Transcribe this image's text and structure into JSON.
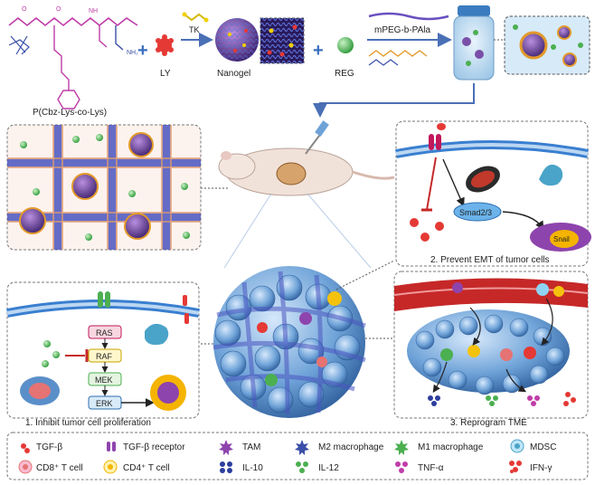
{
  "top": {
    "polymer_label": "P(Cbz-Lys-co-Lys)",
    "ly_label": "LY",
    "tk_label": "TK",
    "nanogel_label": "Nanogel",
    "reg_label": "REG",
    "copolymer_label": "mPEG-b-PAla"
  },
  "panels": {
    "emt_title": "2. Prevent EMT of tumor cells",
    "smad_label": "Smad2/3",
    "snail_label": "Snail",
    "prolif_title": "1. Inhibit tumor cell proliferation",
    "ras_label": "RAS",
    "raf_label": "RAF",
    "mek_label": "MEK",
    "erk_label": "ERK",
    "tme_title": "3. Reprogram TME"
  },
  "legend": {
    "items": [
      {
        "label": "TGF-β",
        "icon": "tgf-beta-icon"
      },
      {
        "label": "TGF-β receptor",
        "icon": "tgf-receptor-icon"
      },
      {
        "label": "TAM",
        "icon": "tam-icon"
      },
      {
        "label": "M2 macrophage",
        "icon": "m2-macrophage-icon"
      },
      {
        "label": "M1 macrophage",
        "icon": "m1-macrophage-icon"
      },
      {
        "label": "MDSC",
        "icon": "mdsc-icon"
      },
      {
        "label": "CD8⁺ T cell",
        "icon": "cd8-t-cell-icon"
      },
      {
        "label": "CD4⁺ T cell",
        "icon": "cd4-t-cell-icon"
      },
      {
        "label": "IL-10",
        "icon": "il10-icon"
      },
      {
        "label": "IL-12",
        "icon": "il12-icon"
      },
      {
        "label": "TNF-α",
        "icon": "tnf-alpha-icon"
      },
      {
        "label": "IFN-γ",
        "icon": "ifn-gamma-icon"
      }
    ]
  },
  "colors": {
    "arrow": "#4a6fb5",
    "membrane": "#3a7fd0",
    "tumor_cell": "#5b8fc9",
    "nanogel": "#7a4fa8",
    "reg": "#4caf50",
    "ly": "#e53935",
    "vessel": "#c62828"
  }
}
